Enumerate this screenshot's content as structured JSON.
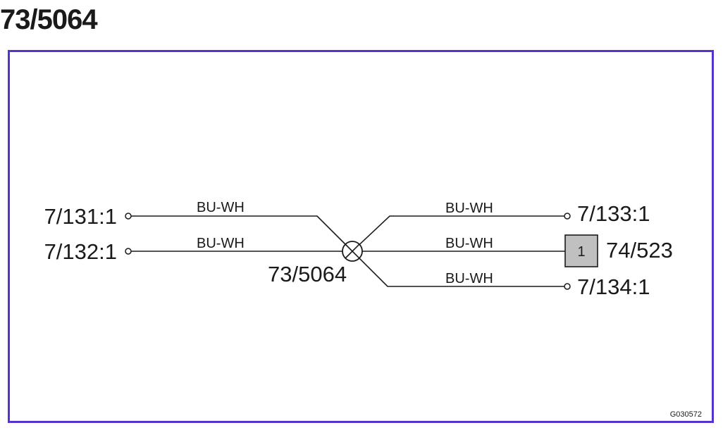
{
  "title": "73/5064",
  "splice": {
    "id": "73/5064"
  },
  "left_connectors": [
    {
      "label": "7/131:1",
      "wire": "BU-WH"
    },
    {
      "label": "7/132:1",
      "wire": "BU-WH"
    }
  ],
  "right_connectors": [
    {
      "label": "7/133:1",
      "wire": "BU-WH"
    },
    {
      "label": "74/523",
      "wire": "BU-WH",
      "pin": "1"
    },
    {
      "label": "7/134:1",
      "wire": "BU-WH"
    }
  ],
  "figure_code": "G030572",
  "colors": {
    "frame": "#5533cc",
    "line": "#1a1a1a",
    "connector_box": "#c0c0c0"
  }
}
